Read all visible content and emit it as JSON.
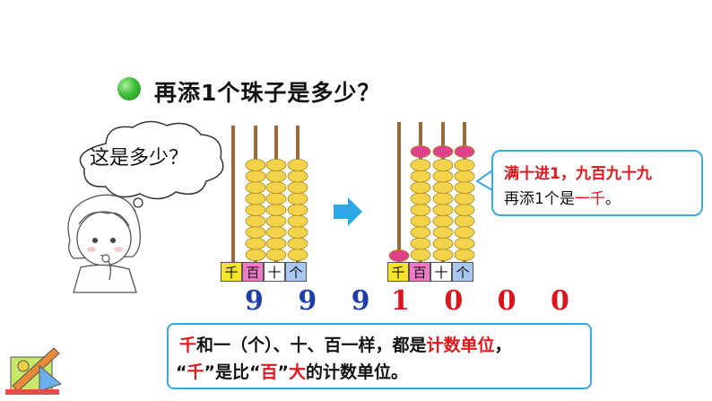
{
  "title": "再添1个珠子是多少？",
  "thought": "这是多少？",
  "left_labels": [
    "千",
    "百",
    "十",
    "个"
  ],
  "right_labels": [
    "千",
    "百",
    "十",
    "个"
  ],
  "label_colors": [
    "#f5e52a",
    "#f07ac8",
    "#ffffff",
    "#a8c8f0"
  ],
  "left_number": "9 9 9",
  "right_number": "1 0 0 0",
  "info": {
    "l1_a": "满十进1，",
    "l1_b": "九百九十九",
    "l2_a": "再添1个是",
    "l2_b": "一千",
    "l2_c": "。"
  },
  "bottom": {
    "l1_a": "千",
    "l1_b": "和一（个）、十、百一样，都是",
    "l1_c": "计数单位",
    "l1_d": "，",
    "l2_a": "“",
    "l2_b": "千",
    "l2_c": "”是比“",
    "l2_d": "百",
    "l2_e": "”",
    "l2_f": "大",
    "l2_g": "的计数单位。"
  },
  "colors": {
    "bead": "#f3d34a",
    "pink_bead": "#e0408a",
    "rod": "#9a6a3a",
    "arrow": "#2fa8e8",
    "box_border": "#3aa8e0"
  },
  "icons": [
    "green-bullet-icon",
    "thought-cloud-icon",
    "girl-thinking-icon",
    "blue-arrow-icon",
    "math-tools-icon"
  ]
}
